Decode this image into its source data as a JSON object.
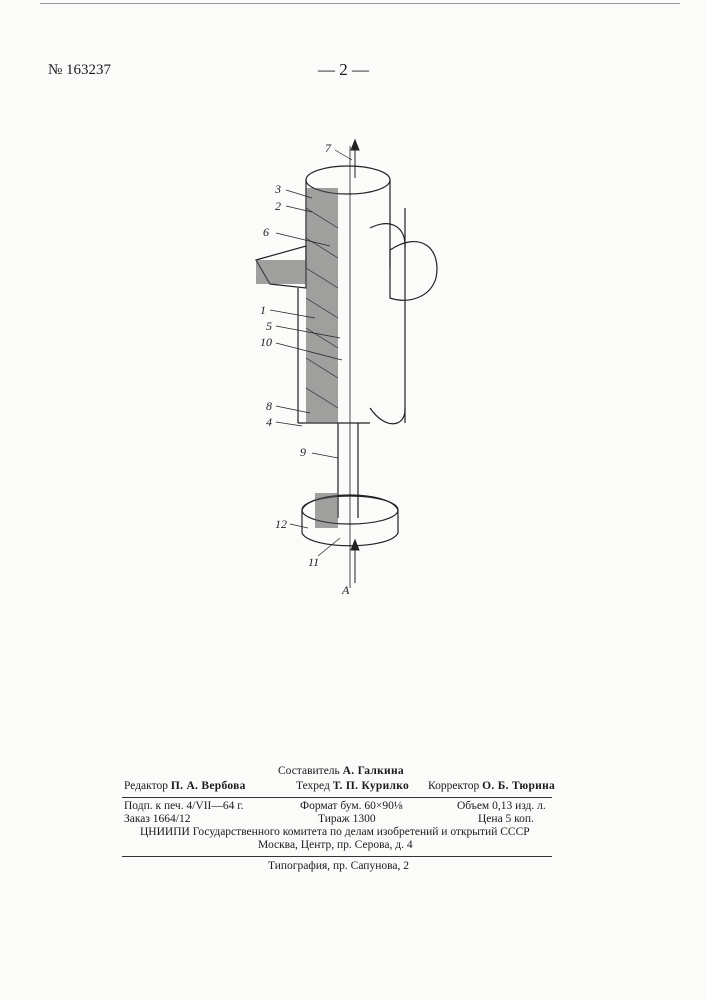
{
  "header": {
    "patent_number": "№ 163237",
    "page_number": "— 2 —"
  },
  "figure": {
    "labels": [
      "7",
      "3",
      "2",
      "6",
      "1",
      "5",
      "10",
      "8",
      "4",
      "9",
      "12",
      "11",
      "A"
    ]
  },
  "imprint": {
    "composer_label": "Составитель",
    "composer_name": "А. Галкина",
    "editor_label": "Редактор",
    "editor_name": "П. А. Вербова",
    "techred_label": "Техред",
    "techred_name": "Т. П. Курилко",
    "corrector_label": "Корректор",
    "corrector_name": "О. Б. Тюрина",
    "signed": "Подп. к печ. 4/VII—64 г.",
    "format": "Формат бум. 60×90⅛",
    "volume": "Объем 0,13 изд. л.",
    "order": "Заказ 1664/12",
    "circulation": "Тираж 1300",
    "price": "Цена 5 коп.",
    "institute": "ЦНИИПИ Государственного комитета по делам изобретений и открытий СССР",
    "address": "Москва, Центр, пр. Серова, д. 4",
    "printing": "Типография, пр. Сапунова, 2"
  }
}
